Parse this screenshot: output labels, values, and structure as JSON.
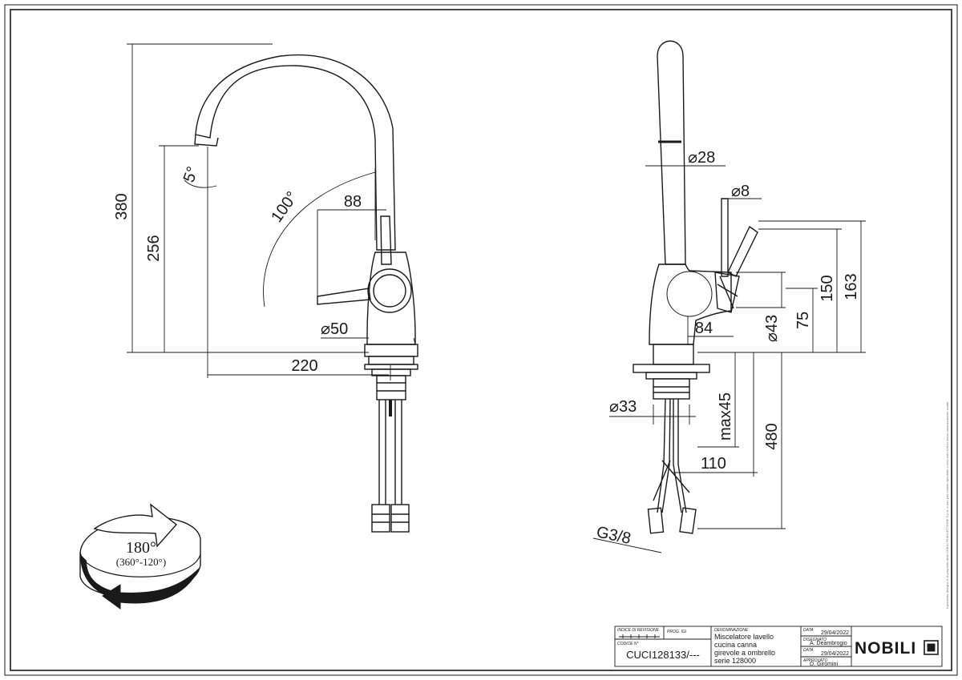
{
  "colors": {
    "ink": "#1a1a1a",
    "paper": "#ffffff"
  },
  "dimensions": {
    "front": {
      "height_total": "380",
      "height_outlet": "256",
      "spout_tilt": "5°",
      "lever_angle": "100°",
      "lever_reach": "88",
      "body_diameter": "⌀50",
      "spout_reach": "220"
    },
    "side": {
      "spout_diameter": "⌀28",
      "lever_diameter": "⌀8",
      "height_163": "163",
      "height_150": "150",
      "height_75": "75",
      "cartridge_diameter": "⌀43",
      "body_depth": "84",
      "thread_diameter": "⌀33",
      "max_deck": "max45",
      "hose_length": "480",
      "offset_110": "110",
      "connector": "G3/8"
    }
  },
  "rotation": {
    "angle": "180°",
    "range": "(360°-120°)"
  },
  "title_block": {
    "index_label": "INDICE DI REVISIONE",
    "prog_label": "PROG. IGI",
    "code_label": "CODICE N°",
    "code_value": "CUCI128133/---",
    "name_label": "DENOMINAZIONE",
    "name_lines": [
      "Miscelatore lavello",
      "cucina canna",
      "girevole a ombrello",
      "serie 128000"
    ],
    "data_label": "DATA",
    "data_value": "29/04/2022",
    "drawn_label": "DISEGNATO",
    "drawn_value": "A. Deambrogio",
    "data2_label": "DATA",
    "data2_value": "29/04/2022",
    "approved_label": "APPROVATO",
    "approved_value": "D. Giromini",
    "logo": "NOBILI"
  },
  "edge_text": "Il presente disegno è di proprietà della NOBILI RUBINETTERIE S.p.A. e non può essere riprodotto o reso noto a terzi senza autorizzazione scritta"
}
